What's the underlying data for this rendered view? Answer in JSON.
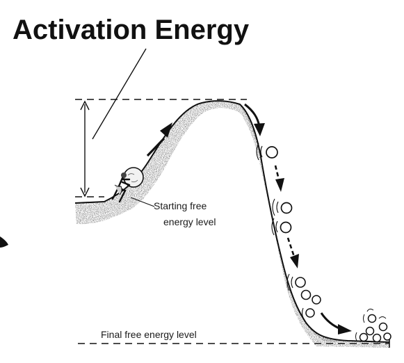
{
  "title": "Activation Energy",
  "labels": {
    "starting_level": [
      "Starting free",
      "energy level"
    ],
    "final_level": "Final free energy level"
  },
  "colors": {
    "ink": "#111111",
    "background": "#ffffff",
    "stipple": "#3a3a3a"
  },
  "icons": {
    "person": "person-pushing-boulder-icon",
    "ball": "rolling-ball-icon"
  }
}
